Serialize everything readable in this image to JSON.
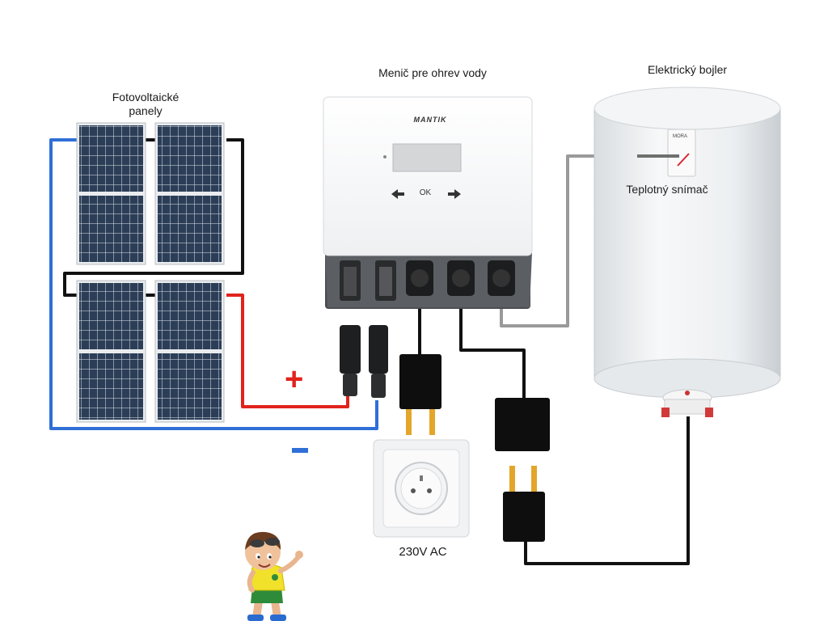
{
  "labels": {
    "pv_panels": "Fotovoltaické\npanely",
    "inverter": "Menič pre ohrev vody",
    "boiler": "Elektrický bojler",
    "sensor": "Teplotný snímač",
    "socket": "230V AC",
    "inverter_brand": "MANTIK",
    "inverter_ok": "OK",
    "boiler_brand": "MORA"
  },
  "icons": {
    "left_arrow": "arrow-left-icon",
    "right_arrow": "arrow-right-icon",
    "plus_sign": "+",
    "minus_sign": "minus-sign-icon",
    "mascot": "boy-mascot-icon"
  },
  "colors": {
    "positive_wire": "#e0231c",
    "negative_wire": "#2f6fd6",
    "ac_wire": "#111111",
    "sensor_wire": "#9a9a9a",
    "panel_cell": "#2c3e57"
  }
}
